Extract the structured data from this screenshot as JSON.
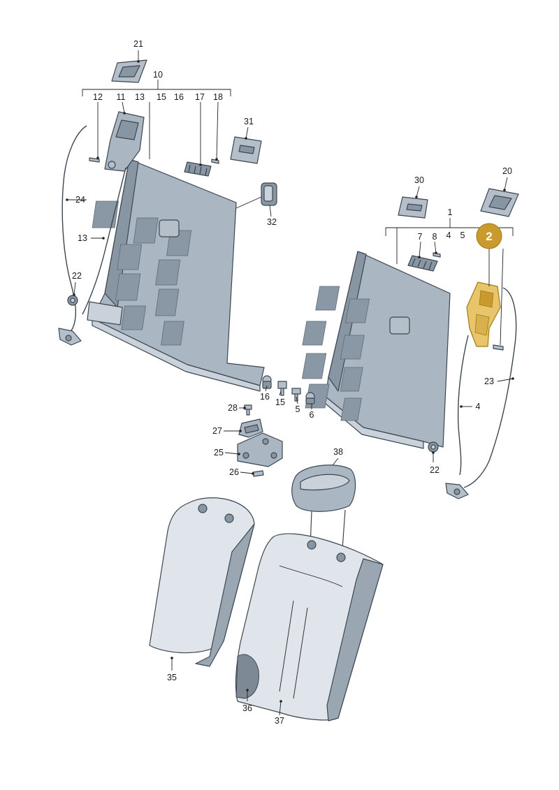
{
  "callouts": {
    "c21": "21",
    "c10": "10",
    "c12": "12",
    "c11": "11",
    "c13a": "13",
    "c15a": "15",
    "c16a": "16",
    "c17": "17",
    "c18": "18",
    "c31": "31",
    "c24": "24",
    "c13b": "13",
    "c32": "32",
    "c22a": "22",
    "c30": "30",
    "c20": "20",
    "c1": "1",
    "c7": "7",
    "c8": "8",
    "c4a": "4",
    "c5a": "5",
    "c2": "2",
    "c23": "23",
    "c4b": "4",
    "c22b": "22",
    "c16b": "16",
    "c15b": "15",
    "c5b": "5",
    "c6": "6",
    "c28": "28",
    "c27": "27",
    "c25": "25",
    "c26": "26",
    "c38": "38",
    "c35": "35",
    "c36": "36",
    "c37": "37"
  },
  "colors": {
    "highlight_badge": "#c99a2e",
    "highlight_part": "#e8c46a"
  }
}
